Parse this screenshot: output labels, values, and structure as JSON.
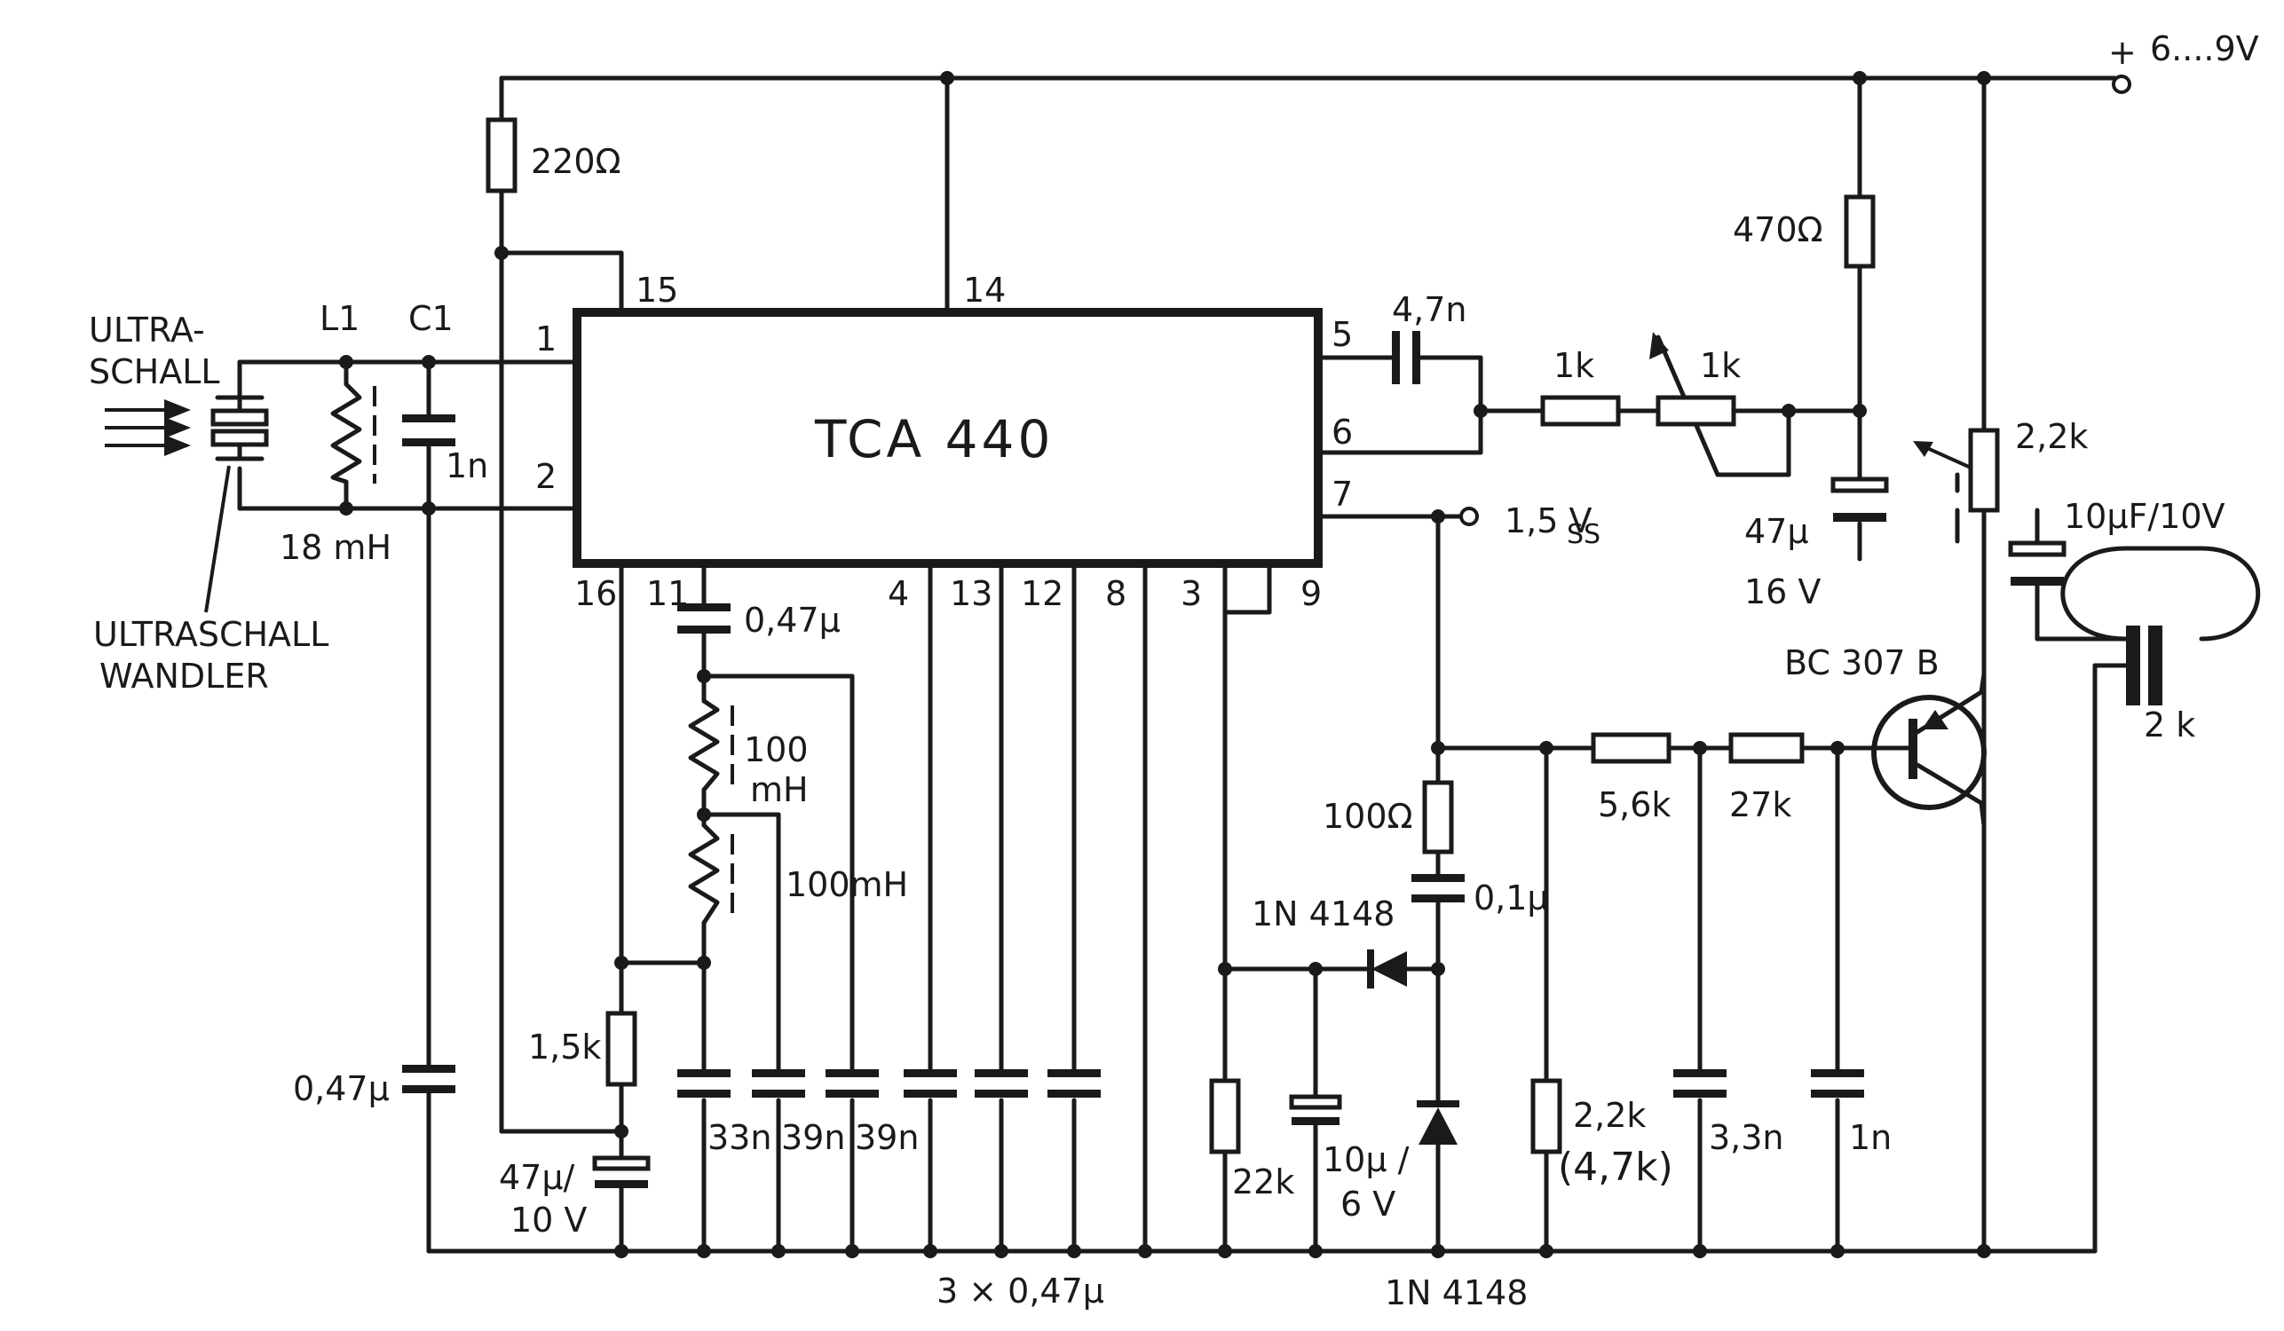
{
  "ic": {
    "label": "TCA 440",
    "pins": {
      "p1": "1",
      "p2": "2",
      "p3": "3",
      "p4": "4",
      "p5": "5",
      "p6": "6",
      "p7": "7",
      "p8": "8",
      "p9": "9",
      "p11": "11",
      "p12": "12",
      "p13": "13",
      "p14": "14",
      "p15": "15",
      "p16": "16"
    }
  },
  "supply": {
    "label": "6....9V",
    "plus": "+"
  },
  "input": {
    "ultra_line1": "ULTRA-",
    "ultra_line2": "SCHALL",
    "l1": "L1",
    "c1": "C1",
    "l1_value": "18 mH",
    "c1_value": "1n",
    "wandler_line1": "ULTRASCHALL",
    "wandler_line2": "WANDLER"
  },
  "components": {
    "r220": "220Ω",
    "r470": "470Ω",
    "c47n": "4,7n",
    "r1k": "1k",
    "pot1k": "1k",
    "c47u": "47μ",
    "c47u_v": "16 V",
    "vss": "1,5 V",
    "vss_sub": "SS",
    "pot22k": "2,2k",
    "c10uf": "10μF/10V",
    "phones": "2 k",
    "bc307": "BC 307 B",
    "c047_11": "0,47μ",
    "l100a_1": "100",
    "l100a_2": "mH",
    "l100b": "100mH",
    "r100": "100Ω",
    "c01u": "0,1μ",
    "r56k": "5,6k",
    "r27k": "27k",
    "d1": "1N 4148",
    "c047_left": "0,47μ",
    "r15k": "1,5k",
    "c47u10_1": "47μ/",
    "c47u10_2": "10 V",
    "c33n": "33n",
    "c39n_a": "39n",
    "c39n_b": "39n",
    "c3x": "3 × 0,47μ",
    "r22k": "22k",
    "c10u6_1": "10μ /",
    "c10u6_2": "6 V",
    "d2": "1N 4148",
    "r22k_b": "2,2k",
    "r47k": "(4,7k)",
    "c33n_b": "3,3n",
    "c1n_b": "1n"
  }
}
